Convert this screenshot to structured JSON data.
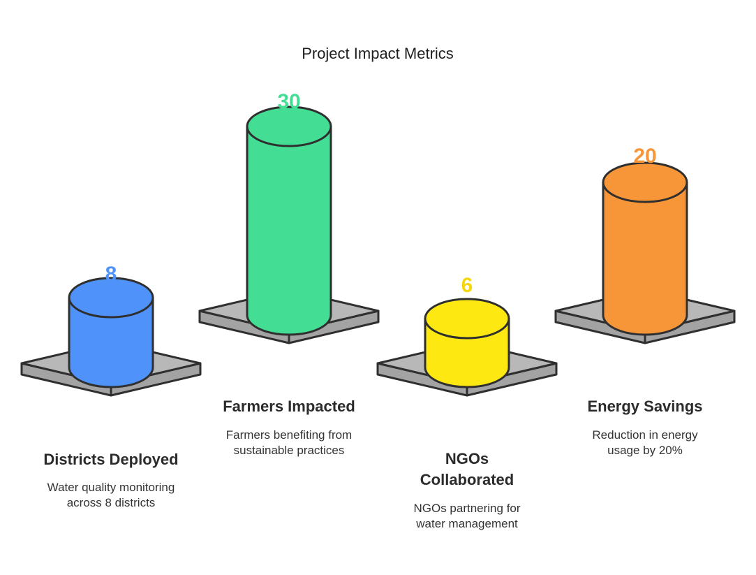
{
  "title": "Project Impact Metrics",
  "colors": {
    "platform_top": "#b8b8b8",
    "platform_side": "#a3a3a3",
    "outline": "#2f2f2f"
  },
  "metrics": [
    {
      "value": "8",
      "label_lines": [
        "Districts Deployed"
      ],
      "desc_lines": [
        "Water quality monitoring",
        "across 8 districts"
      ],
      "color": "#4f93fa",
      "value_color": "#4f93fa"
    },
    {
      "value": "30",
      "label_lines": [
        "Farmers Impacted"
      ],
      "desc_lines": [
        "Farmers benefiting from",
        "sustainable practices"
      ],
      "color": "#43dd93",
      "value_color": "#43dd93"
    },
    {
      "value": "6",
      "label_lines": [
        "NGOs",
        "Collaborated"
      ],
      "desc_lines": [
        "NGOs partnering for",
        "water management"
      ],
      "color": "#fde911",
      "value_color": "#f6d60c"
    },
    {
      "value": "20",
      "label_lines": [
        "Energy Savings"
      ],
      "desc_lines": [
        "Reduction in energy",
        "usage by 20%"
      ],
      "color": "#f79638",
      "value_color": "#f79638"
    }
  ]
}
